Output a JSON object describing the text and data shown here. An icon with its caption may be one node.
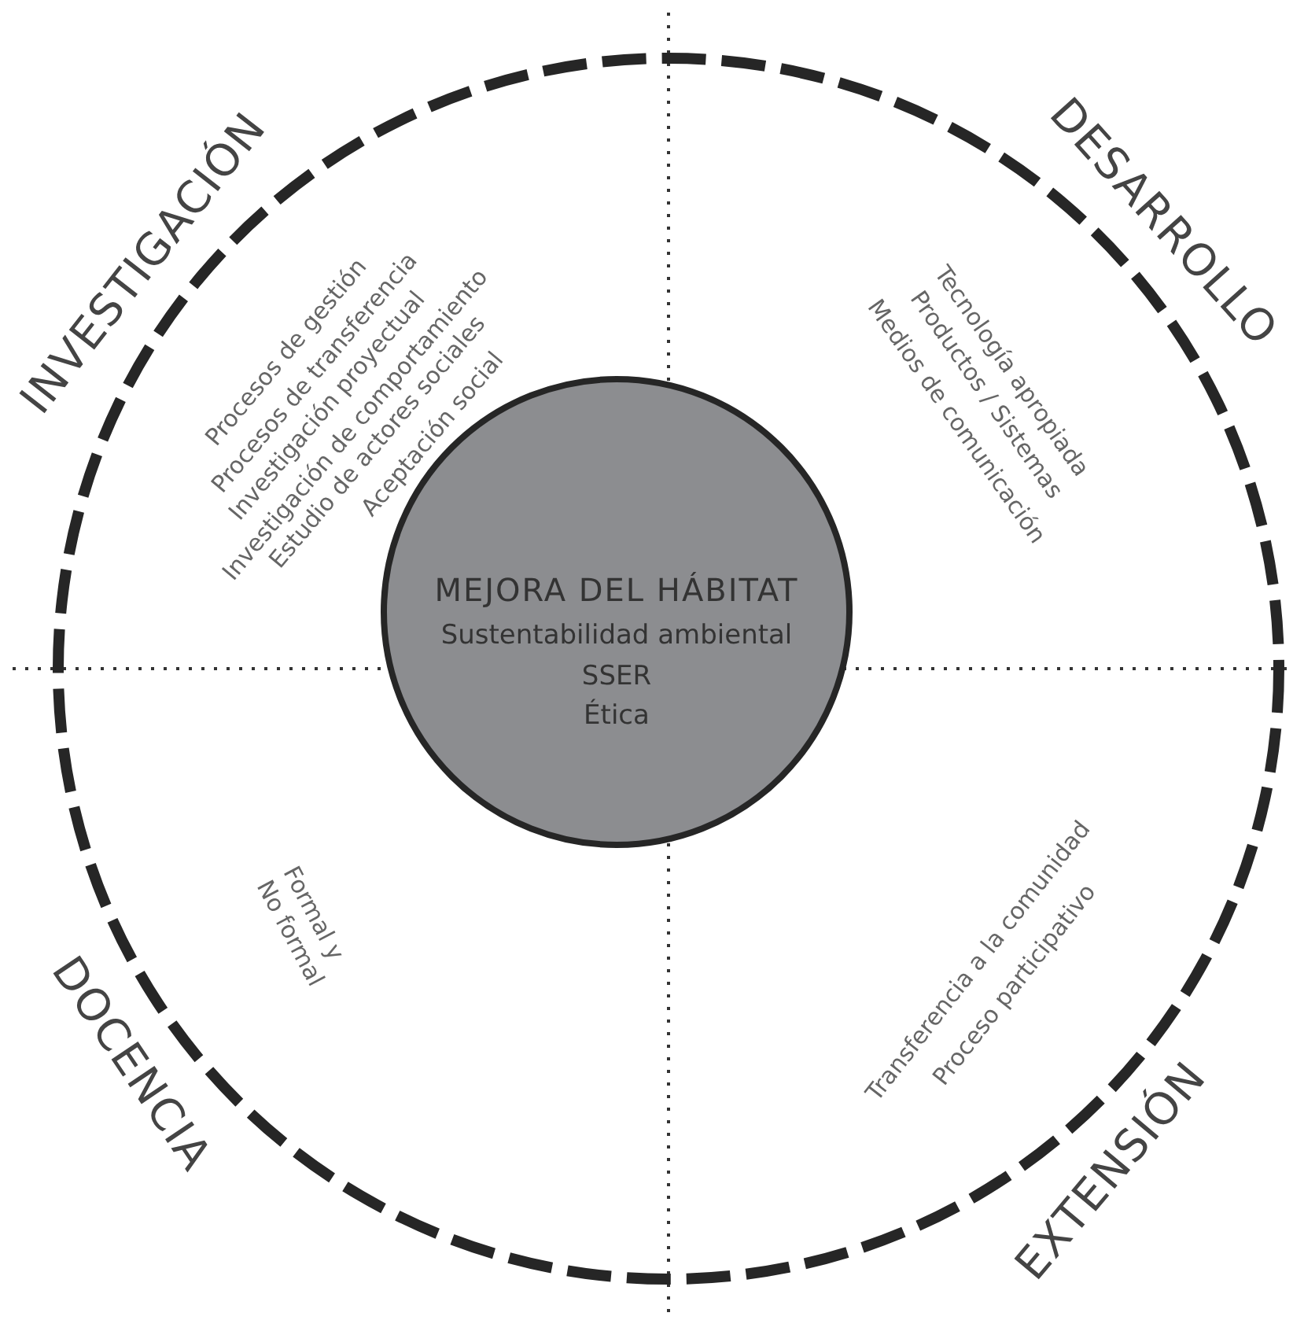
{
  "diagram": {
    "nodes": [
      {
        "text": [],
        "shape": "circle"
      },
      {
        "text": [
          "MEJORA DEL HÁBITAT",
          "Sustentabilidad ambiental",
          "SSER",
          "Ética"
        ],
        "in": 0
      }
    ],
    "labels": [
      "INVESTIGACIÓN",
      "DESARROLLO",
      "Procesos de gestión",
      "Procesos de transferencia",
      "Investigación proyectual",
      "Investigación de comportamiento",
      "Estudio de actores sociales",
      "Aceptación social",
      "Tecnología apropiada",
      "Productos / Sistemas",
      "Medios de comunicación",
      "Formal y No formal",
      "DOCENCIA",
      "Transferencia a la comunidad",
      "Proceso participativo",
      "EXTENSIÓN"
    ]
  }
}
